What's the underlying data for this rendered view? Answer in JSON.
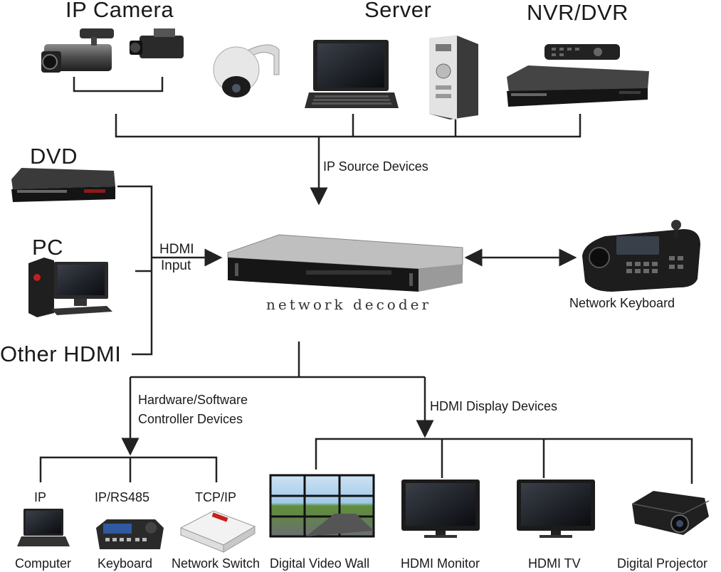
{
  "groups": {
    "ip_camera": "IP Camera",
    "server": "Server",
    "nvr_dvr": "NVR/DVR",
    "dvd": "DVD",
    "pc": "PC",
    "other_hdmi": "Other HDMI"
  },
  "connections": {
    "ip_source": "IP Source Devices",
    "hdmi_input_line1": "HDMI",
    "hdmi_input_line2": "Input",
    "controller_line1": "Hardware/Software",
    "controller_line2": "Controller Devices",
    "display": "HDMI Display Devices"
  },
  "center": {
    "decoder": "network decoder",
    "keyboard": "Network Keyboard"
  },
  "controllers": {
    "protocols": [
      "IP",
      "IP/RS485",
      "TCP/IP"
    ],
    "devices": [
      "Computer",
      "Keyboard",
      "Network Switch"
    ]
  },
  "displays": {
    "devices": [
      "Digital Video Wall",
      "HDMI Monitor",
      "HDMI TV",
      "Digital Projector"
    ]
  }
}
